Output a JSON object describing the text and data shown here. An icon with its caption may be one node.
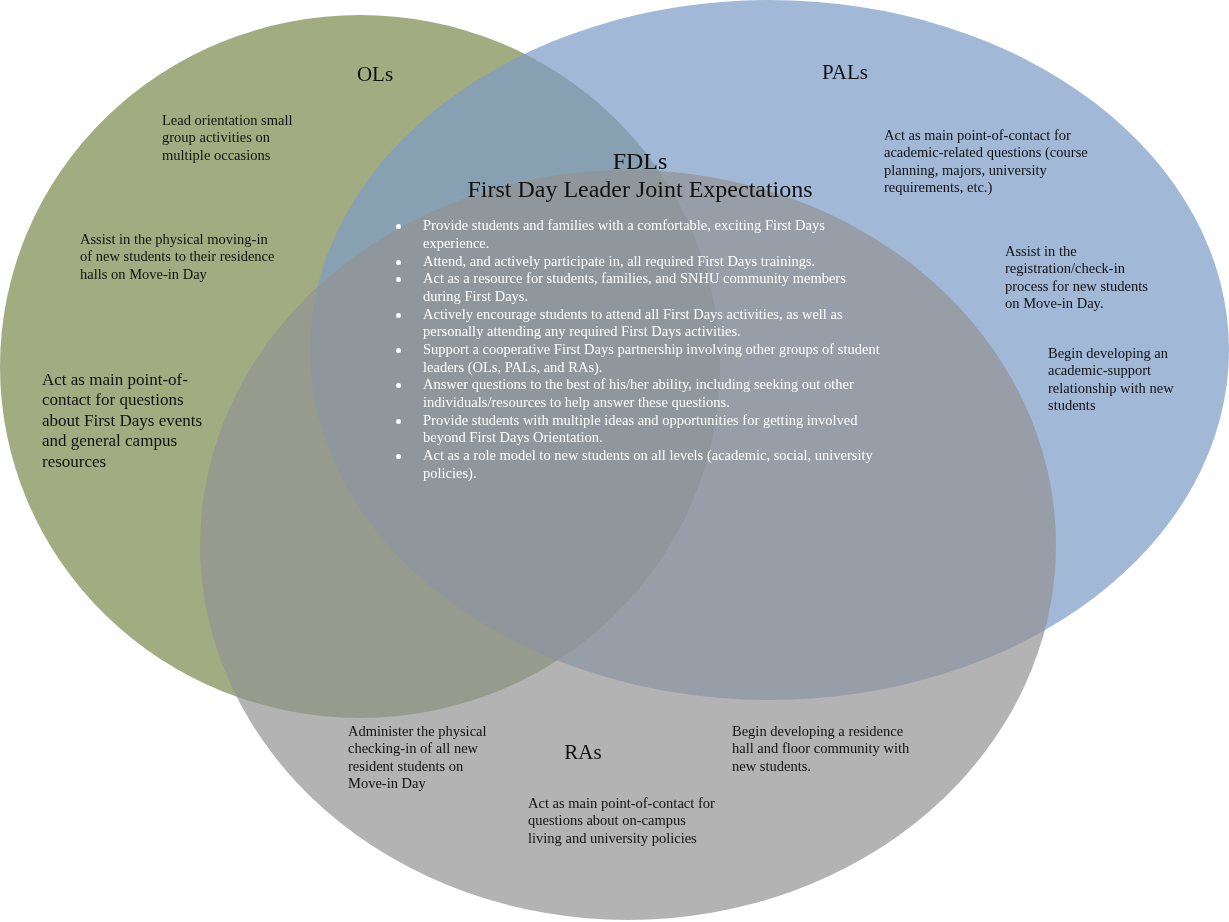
{
  "diagram": {
    "nodes": [
      {
        "text": [
          "OLs",
          "Lead orientation small group activities on multiple occasions",
          "Assist in the physical moving-in of new students to their residence halls on Move-in Day",
          "Act as main point-of-contact for questions about First Days events and general campus resources"
        ]
      },
      {
        "text": [
          "PALs",
          "Act as main point-of-contact for academic-related questions (course planning, majors, university requirements, etc.)",
          "Assist in the registration/check-in process for new students on Move-in Day.",
          "Begin developing an academic-support relationship with new students"
        ]
      },
      {
        "text": [
          "RAs",
          "Administer the physical checking-in of all new resident students on Move-in Day",
          "Act as main point-of-contact for questions about on-campus living and university policies",
          "Begin developing a residence hall and floor community with new students."
        ]
      }
    ],
    "labels": [
      "FDLs",
      "First Day Leader Joint Expectations",
      "Provide students and families with a comfortable, exciting First Days experience.",
      "Attend, and actively participate in, all required First Days trainings.",
      "Act as a resource for students, families, and SNHU community members during First Days.",
      "Actively encourage students to attend all First Days activities, as well as personally attending any required First Days activities.",
      "Support a cooperative First Days partnership involving other groups of student leaders (OLs, PALs, and RAs).",
      "Answer questions to the best of his/her ability, including seeking out other individuals/resources to help answer these questions.",
      "Provide students with multiple ideas and opportunities for getting involved beyond First Days Orientation.",
      "Act as a role model to new students on all levels (academic, social, university policies)."
    ]
  }
}
